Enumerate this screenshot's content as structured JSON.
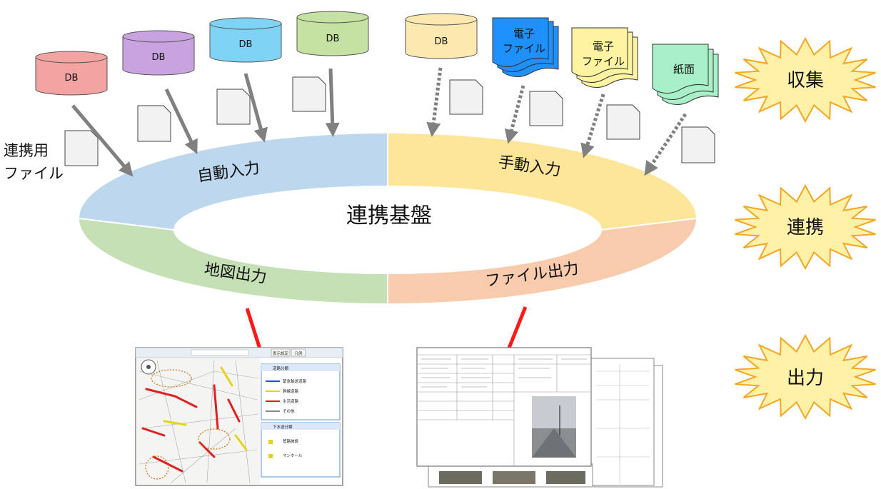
{
  "sources": {
    "db_labels": [
      "DB",
      "DB",
      "DB",
      "DB",
      "DB"
    ],
    "electronic_file_1": [
      "電子",
      "ファイル"
    ],
    "electronic_file_2": [
      "電子",
      "ファイル"
    ],
    "paper": "紙面"
  },
  "link_file_label": [
    "連携用",
    "ファイル"
  ],
  "ring": {
    "center": "連携基盤",
    "auto_input": "自動入力",
    "manual_input": "手動入力",
    "map_output": "地図出力",
    "file_output": "ファイル出力"
  },
  "stages": {
    "collect": "収集",
    "link": "連携",
    "output": "出力"
  },
  "colors": {
    "db_red": "#f4a3a3",
    "db_purple": "#c9a3e0",
    "db_blue": "#7fd3f4",
    "db_green": "#c5e2a3",
    "db_yellow": "#fde9b0",
    "file_blue": "#1e90ff",
    "file_yellow": "#fdf3a0",
    "paper_green": "#a8f0c8",
    "ring_blue": "#bdd7ee",
    "ring_yellow": "#fde59a",
    "ring_green": "#c5e0b4",
    "ring_orange": "#f8cbad",
    "burst_fill": "#fff2a8",
    "burst_stroke": "#f5a623",
    "arrow_red": "#ff1a1a",
    "arrow_gray": "#808080"
  },
  "map_window": {
    "toolbar_buttons": [
      "表示設定",
      "凡例"
    ],
    "legend_groups": [
      "道路分類",
      "下水道分類"
    ],
    "legend_items": [
      "緊急輸送道路",
      "幹線道路",
      "生活道路",
      "その他",
      "管路施設",
      "マンホール"
    ]
  }
}
